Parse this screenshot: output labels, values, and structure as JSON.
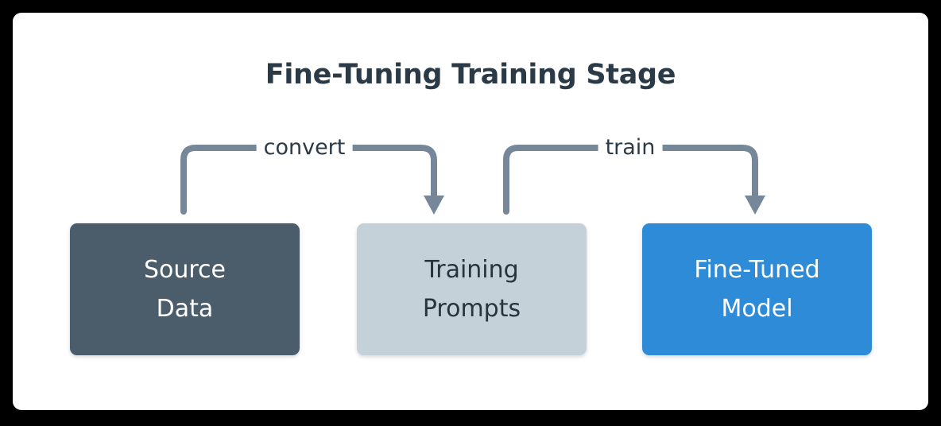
{
  "diagram": {
    "title": "Fine-Tuning Training Stage",
    "type": "flowchart",
    "background_color": "#000000",
    "card_color": "#ffffff",
    "nodes": [
      {
        "id": "source-data",
        "label_lines": [
          "Source",
          "Data"
        ],
        "fill": "#4b5d6b",
        "text_color": "#ffffff"
      },
      {
        "id": "training-prompts",
        "label_lines": [
          "Training",
          "Prompts"
        ],
        "fill": "#c4d1d9",
        "text_color": "#27333d"
      },
      {
        "id": "fine-tuned-model",
        "label_lines": [
          "Fine-Tuned",
          "Model"
        ],
        "fill": "#2e8bd8",
        "text_color": "#ffffff"
      }
    ],
    "edges": [
      {
        "id": "convert",
        "label": "convert",
        "from": "source-data",
        "to": "training-prompts",
        "color": "#76879a"
      },
      {
        "id": "train",
        "label": "train",
        "from": "training-prompts",
        "to": "fine-tuned-model",
        "color": "#76879a"
      }
    ]
  }
}
